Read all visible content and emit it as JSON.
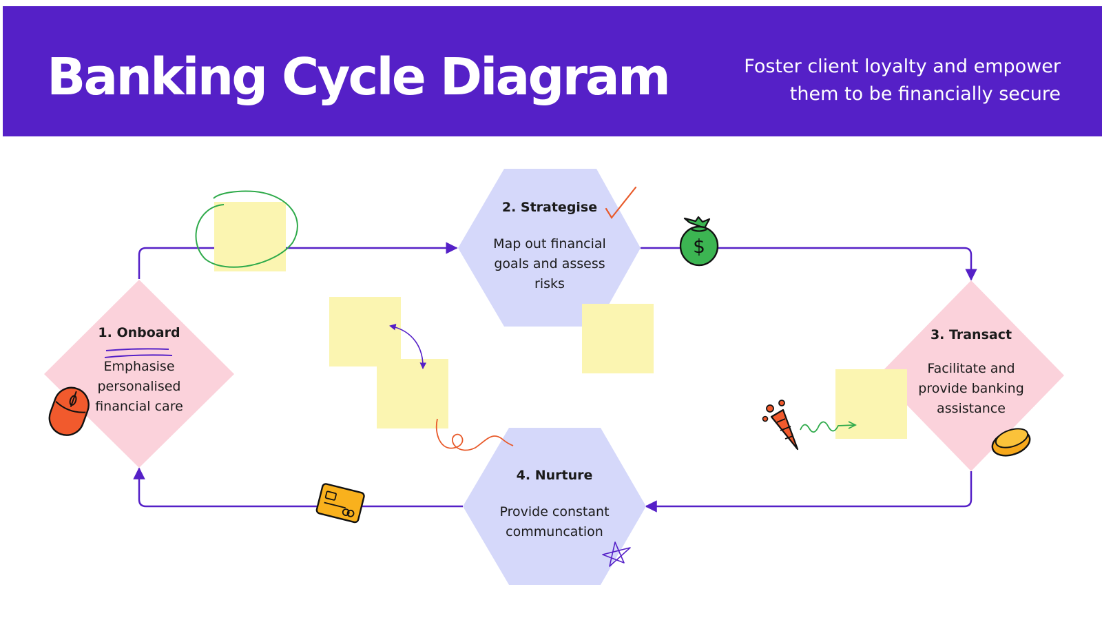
{
  "header": {
    "title": "Banking Cycle Diagram",
    "subtitle": "Foster client loyalty and empower them to be financially secure"
  },
  "steps": [
    {
      "title": "1. Onboard",
      "description": "Emphasise personalised financial care",
      "shape": "diamond"
    },
    {
      "title": "2. Strategise",
      "description": "Map out financial goals and assess risks",
      "shape": "hexagon"
    },
    {
      "title": "3. Transact",
      "description": "Facilitate and provide banking assistance",
      "shape": "diamond"
    },
    {
      "title": "4. Nurture",
      "description": "Provide constant communcation",
      "shape": "hexagon"
    }
  ],
  "colors": {
    "header": "#5520c7",
    "diamond_fill": "#fbd2db",
    "hexagon_fill": "#d5d8fa",
    "connector": "#5520c7",
    "sticky_note": "#fbf5b1"
  },
  "decorations": [
    "green-circle-doodle",
    "red-checkmark-icon",
    "money-bag-icon",
    "computer-mouse-icon",
    "double-underline-doodle",
    "curved-double-arrow-doodle",
    "squiggle-doodle",
    "party-popper-icon",
    "gold-coin-icon",
    "credit-card-icon",
    "star-doodle"
  ]
}
